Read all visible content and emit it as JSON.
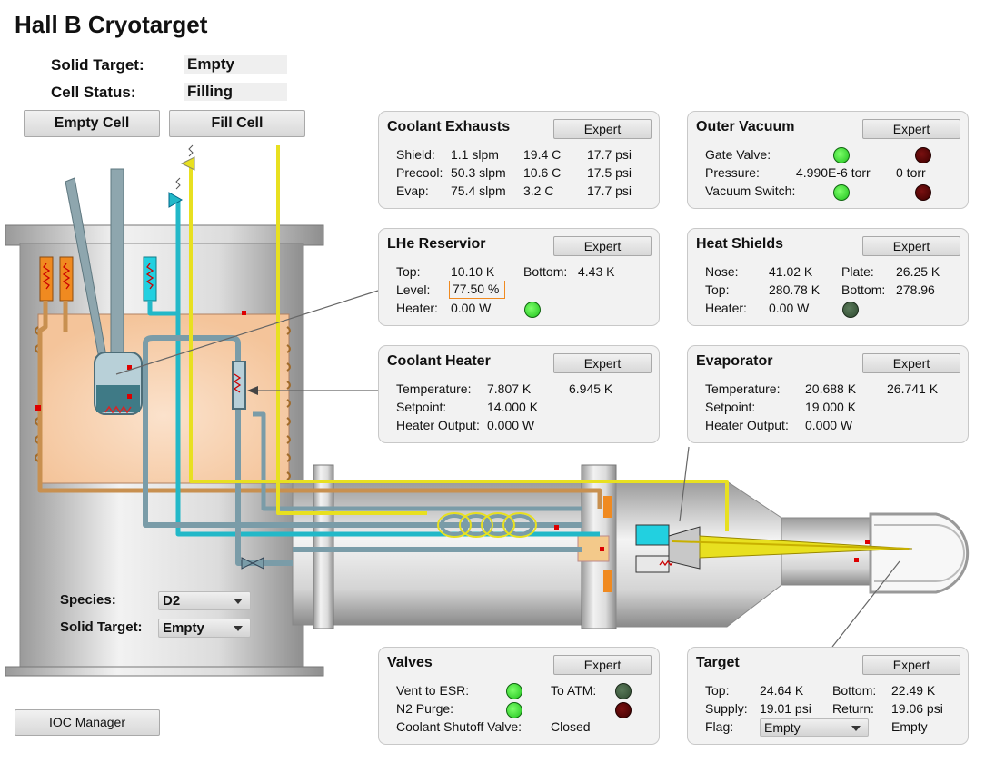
{
  "title": "Hall B Cryotarget",
  "status": {
    "solid_target_label": "Solid Target:",
    "solid_target_value": "Empty",
    "cell_status_label": "Cell Status:",
    "cell_status_value": "Filling"
  },
  "actions": {
    "empty_cell": "Empty Cell",
    "fill_cell": "Fill Cell",
    "ioc_manager": "IOC Manager"
  },
  "controls": {
    "species_label": "Species:",
    "species_value": "D2",
    "solid_target_label": "Solid Target:",
    "solid_target_value": "Empty"
  },
  "expert_label": "Expert",
  "coolant_exhausts": {
    "title": "Coolant Exhausts",
    "rows": [
      {
        "name": "Shield:",
        "flow": "1.1 slpm",
        "temp": "19.4 C",
        "pressure": "17.7 psi"
      },
      {
        "name": "Precool:",
        "flow": "50.3 slpm",
        "temp": "10.6 C",
        "pressure": "17.5 psi"
      },
      {
        "name": "Evap:",
        "flow": "75.4 slpm",
        "temp": "3.2 C",
        "pressure": "17.7 psi"
      }
    ]
  },
  "outer_vacuum": {
    "title": "Outer Vacuum",
    "gate_valve_label": "Gate Valve:",
    "pressure_label": "Pressure:",
    "pressure_value": "4.990E-6 torr",
    "pressure_value2": "0 torr",
    "vacuum_switch_label": "Vacuum Switch:",
    "led_colors": {
      "on": "#1ec11c",
      "off_red": "#5a0000"
    }
  },
  "lhe_reservoir": {
    "title": "LHe Reservior",
    "top_label": "Top:",
    "top_value": "10.10 K",
    "bottom_label": "Bottom:",
    "bottom_value": "4.43 K",
    "level_label": "Level:",
    "level_value": "77.50 %",
    "heater_label": "Heater:",
    "heater_value": "0.00 W"
  },
  "heat_shields": {
    "title": "Heat Shields",
    "nose_label": "Nose:",
    "nose_value": "41.02 K",
    "plate_label": "Plate:",
    "plate_value": "26.25 K",
    "top_label": "Top:",
    "top_value": "280.78 K",
    "bottom_label": "Bottom:",
    "bottom_value": "278.96",
    "heater_label": "Heater:",
    "heater_value": "0.00 W"
  },
  "coolant_heater": {
    "title": "Coolant Heater",
    "temperature_label": "Temperature:",
    "temperature_value": "7.807 K",
    "temperature_value2": "6.945 K",
    "setpoint_label": "Setpoint:",
    "setpoint_value": "14.000 K",
    "output_label": "Heater Output:",
    "output_value": "0.000 W"
  },
  "evaporator": {
    "title": "Evaporator",
    "temperature_label": "Temperature:",
    "temperature_value": "20.688 K",
    "temperature_value2": "26.741 K",
    "setpoint_label": "Setpoint:",
    "setpoint_value": "19.000 K",
    "output_label": "Heater Output:",
    "output_value": "0.000 W"
  },
  "valves": {
    "title": "Valves",
    "vent_label": "Vent to ESR:",
    "to_atm_label": "To ATM:",
    "n2_label": "N2 Purge:",
    "shutoff_label": "Coolant Shutoff Valve:",
    "shutoff_value": "Closed"
  },
  "target": {
    "title": "Target",
    "top_label": "Top:",
    "top_value": "24.64 K",
    "bottom_label": "Bottom:",
    "bottom_value": "22.49 K",
    "supply_label": "Supply:",
    "supply_value": "19.01 psi",
    "return_label": "Return:",
    "return_value": "19.06 psi",
    "flag_label": "Flag:",
    "flag_value": "Empty",
    "flag_readback": "Empty"
  },
  "colors": {
    "he_line": "#7a9ca8",
    "cold_line": "#22b8c8",
    "warm_line": "#d2a060",
    "target_line": "#e8e020",
    "cryostat": "#c8c8c8",
    "shield": "#f6c8a0",
    "accent_orange": "#f08a20"
  }
}
